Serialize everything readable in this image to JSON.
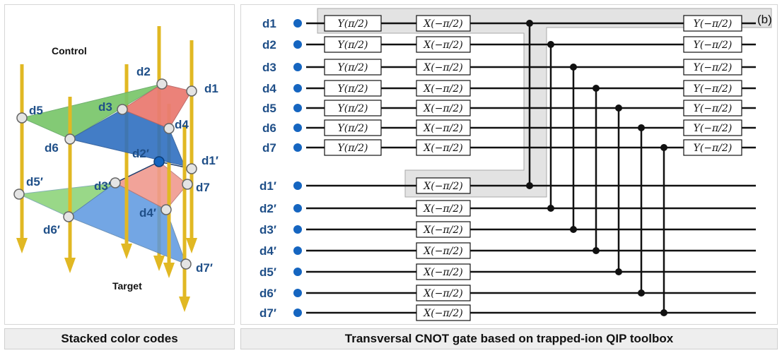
{
  "left_panel": {
    "control_label": "Control",
    "target_label": "Target",
    "caption": "Stacked color codes",
    "top_labels": [
      "d1",
      "d2",
      "d3",
      "d4",
      "d5",
      "d6",
      "d7"
    ],
    "bottom_labels": [
      "d1′",
      "d2′",
      "d3′",
      "d4′",
      "d5′",
      "d6′",
      "d7′"
    ],
    "colors": {
      "red": "#e8807a",
      "green": "#8fd47c",
      "blue": "#3b7fd0",
      "arrow": "#e1b823"
    }
  },
  "right_panel": {
    "panel_tag": "(b)",
    "caption": "Transversal CNOT gate based on trapped-ion QIP toolbox",
    "control_qubits": [
      "d1",
      "d2",
      "d3",
      "d4",
      "d5",
      "d6",
      "d7"
    ],
    "target_qubits": [
      "d1′",
      "d2′",
      "d3′",
      "d4′",
      "d5′",
      "d6′",
      "d7′"
    ],
    "gate_y_plus": "Y(π/2)",
    "gate_x_minus": "X(−π/2)",
    "gate_y_minus": "Y(−π/2)",
    "colors": {
      "qubit_dot": "#1565c0",
      "highlight": "#e3e3e3"
    }
  }
}
